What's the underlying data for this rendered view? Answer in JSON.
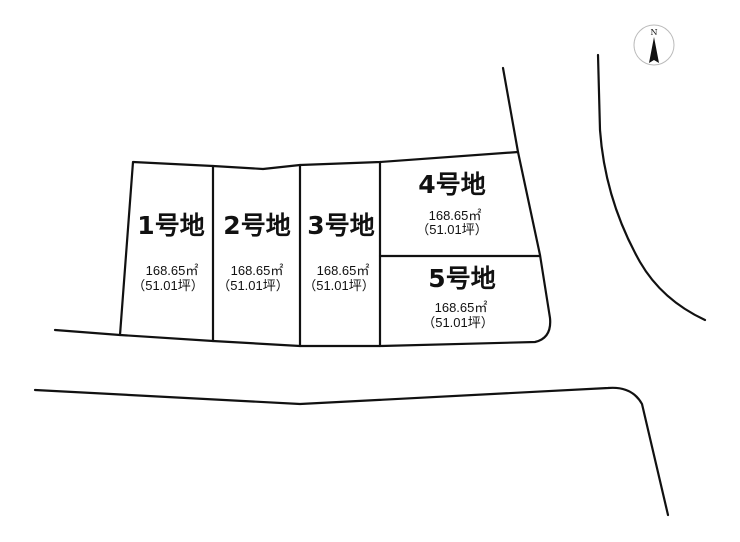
{
  "compass": {
    "label": "N",
    "icon": "north-arrow-icon"
  },
  "lots": [
    {
      "label": "1号地",
      "area_sqm": "168.65㎡",
      "area_tsubo": "（51.01坪）"
    },
    {
      "label": "2号地",
      "area_sqm": "168.65㎡",
      "area_tsubo": "（51.01坪）"
    },
    {
      "label": "3号地",
      "area_sqm": "168.65㎡",
      "area_tsubo": "（51.01坪）"
    },
    {
      "label": "4号地",
      "area_sqm": "168.65㎡",
      "area_tsubo": "（51.01坪）"
    },
    {
      "label": "5号地",
      "area_sqm": "168.65㎡",
      "area_tsubo": "（51.01坪）"
    }
  ]
}
